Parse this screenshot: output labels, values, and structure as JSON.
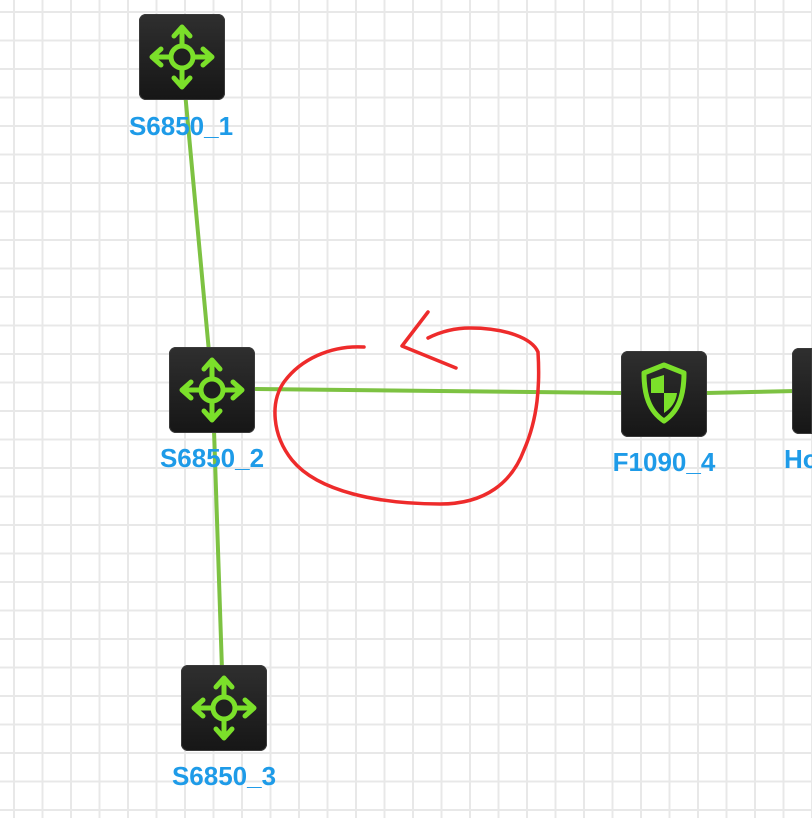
{
  "colors": {
    "link": "#7dc242",
    "icon": "#7be02a",
    "label": "#1e9be8",
    "annotation": "#ee2b2b",
    "device_bg": "#1f1f1f"
  },
  "nodes": [
    {
      "id": "s1",
      "label": "S6850_1",
      "icon": "switch-icon"
    },
    {
      "id": "s2",
      "label": "S6850_2",
      "icon": "switch-icon"
    },
    {
      "id": "s3",
      "label": "S6850_3",
      "icon": "switch-icon"
    },
    {
      "id": "f4",
      "label": "F1090_4",
      "icon": "firewall-shield-icon"
    },
    {
      "id": "h5",
      "label": "Ho",
      "icon": "host-icon"
    }
  ],
  "links": [
    {
      "from": "s1",
      "to": "s2"
    },
    {
      "from": "s2",
      "to": "s3"
    },
    {
      "from": "s2",
      "to": "f4"
    },
    {
      "from": "f4",
      "to": "h5"
    }
  ],
  "annotation": {
    "type": "freehand-circle",
    "around": "link s2-f4"
  }
}
